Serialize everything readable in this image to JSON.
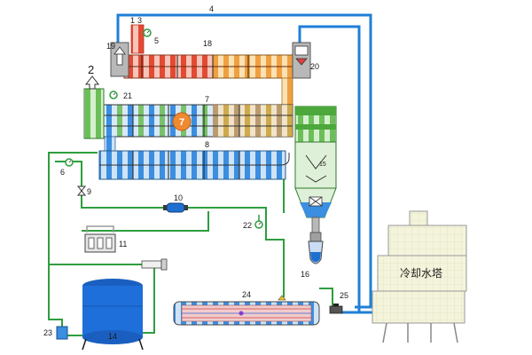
{
  "diagram": {
    "callouts": {
      "c1": "1",
      "c2": "2",
      "c3": "3",
      "c4": "4",
      "c5": "5",
      "c6": "6",
      "c7": "7",
      "c8": "8",
      "c9": "9",
      "c10": "10",
      "c11": "11",
      "c14": "14",
      "c15": "15",
      "c16": "16",
      "c18": "18",
      "c19": "19",
      "c20": "20",
      "c21": "21",
      "c22": "22",
      "c23": "23",
      "c24": "24",
      "c25": "25"
    },
    "cooling_tower_label": "冷却水塔",
    "colors": {
      "blue_line": "#1f7fd6",
      "green_line": "#2e9e3e",
      "gray_line": "#9a9a9a",
      "tank_blue": "#1e6fd9",
      "tower_fill": "#f4f4dc",
      "hot_red": "#e03a2a",
      "warm_orange": "#f0a040",
      "cool_blue": "#3b8ee0",
      "green_block": "#55b94a"
    }
  }
}
